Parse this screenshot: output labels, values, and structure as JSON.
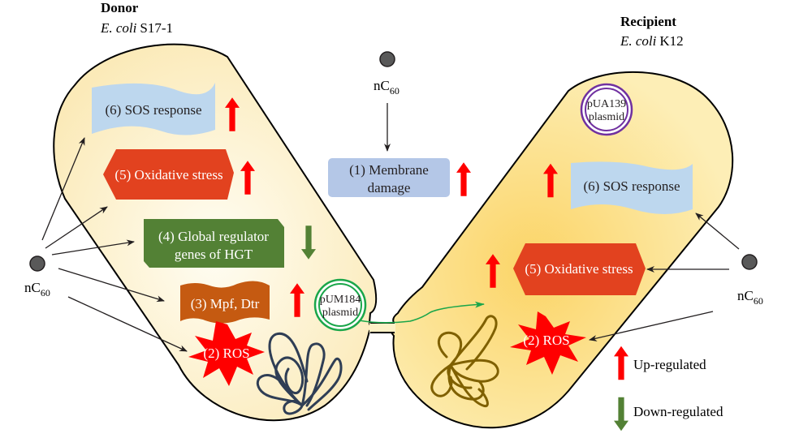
{
  "donor": {
    "title": "Donor",
    "strain_italic": "E. coli",
    "strain_id": "S17-1",
    "plasmid": {
      "line1": "pUM184",
      "line2": "plasmid",
      "color": "#1aa64a"
    },
    "processes": [
      {
        "id": "sos",
        "label": "(6) SOS response",
        "regulation": "up",
        "color": "#bdd7ee"
      },
      {
        "id": "oxidative",
        "label": "(5) Oxidative stress",
        "regulation": "up",
        "color": "#e2421f"
      },
      {
        "id": "global",
        "line1": "(4) Global regulator",
        "line2": "genes of HGT",
        "regulation": "down",
        "color": "#538135"
      },
      {
        "id": "mpf",
        "label": "(3) Mpf, Dtr",
        "regulation": "up",
        "color": "#c55a11"
      },
      {
        "id": "ros",
        "label": "(2) ROS",
        "color": "#ff0000"
      }
    ],
    "chromosome_color": "#2f3e55"
  },
  "recipient": {
    "title": "Recipient",
    "strain_italic": "E. coli",
    "strain_id": "K12",
    "plasmid": {
      "line1": "pUA139",
      "line2": "plasmid",
      "color": "#7030a0"
    },
    "processes": [
      {
        "id": "sos",
        "label": "(6) SOS response",
        "regulation": "up",
        "color": "#bdd7ee"
      },
      {
        "id": "oxidative",
        "label": "(5) Oxidative stress",
        "regulation": "up",
        "color": "#e2421f"
      },
      {
        "id": "ros",
        "label": "(2) ROS",
        "color": "#ff0000"
      }
    ],
    "chromosome_color": "#7f6000"
  },
  "membrane": {
    "line1": "(1) Membrane",
    "line2": "damage",
    "regulation": "up",
    "color": "#b4c7e7"
  },
  "nanoparticle": {
    "label_main": "nC",
    "label_sub": "60",
    "color": "#595959"
  },
  "legend": {
    "up_label": "Up-regulated",
    "down_label": "Down-regulated",
    "up_color": "#ff0000",
    "down_color": "#538135"
  },
  "cell_fill": "#fdf0c2"
}
